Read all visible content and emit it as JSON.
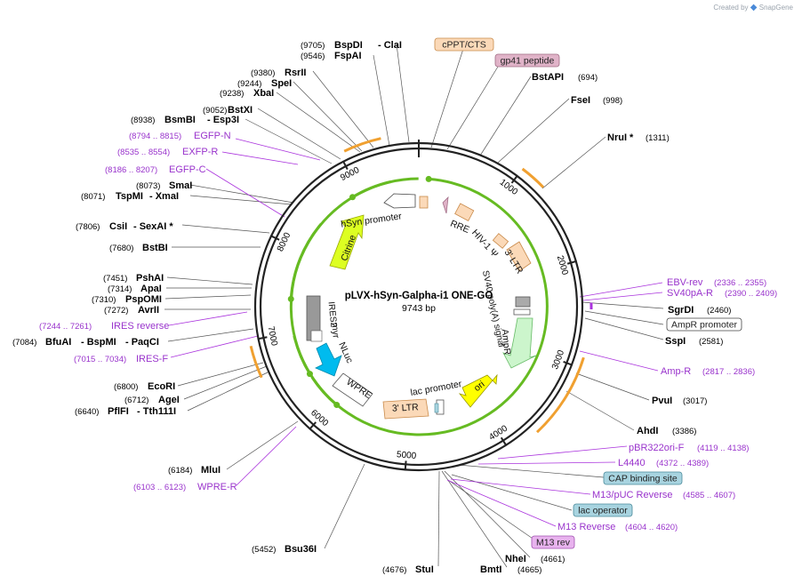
{
  "branding": {
    "created_by": "Created by",
    "logo": "SnapGene"
  },
  "map": {
    "title": "pLVX-hSyn-Galpha-i1 ONE-GO",
    "length_label": "9743 bp",
    "total_bp": 9743,
    "ticks": [
      {
        "bp": 1000,
        "label": "1000"
      },
      {
        "bp": 2000,
        "label": "2000"
      },
      {
        "bp": 3000,
        "label": "3000"
      },
      {
        "bp": 4000,
        "label": "4000"
      },
      {
        "bp": 5000,
        "label": "5000"
      },
      {
        "bp": 6000,
        "label": "6000"
      },
      {
        "bp": 7000,
        "label": "7000"
      },
      {
        "bp": 8000,
        "label": "8000"
      },
      {
        "bp": 9000,
        "label": "9000"
      }
    ]
  },
  "outer_features": [
    {
      "name": "1000-arc",
      "start": 1000,
      "end": 1250,
      "color": "#f0a030"
    },
    {
      "name": "ebv",
      "start": 2400,
      "end": 2460,
      "color": "#aa33dd"
    },
    {
      "name": "3000-arc",
      "start": 2900,
      "end": 3700,
      "color": "#f0a030"
    },
    {
      "name": "6800-arc",
      "start": 6650,
      "end": 6950,
      "color": "#f0a030"
    },
    {
      "name": "top-left-arc",
      "start": 9050,
      "end": 9400,
      "color": "#f0a030"
    }
  ],
  "inner_arcs": [
    {
      "name": "arc-a",
      "start": 9740,
      "end": 120,
      "dir": -1,
      "color": "#66bb22"
    },
    {
      "name": "arc-b",
      "start": 9400,
      "end": 8900,
      "dir": -1,
      "color": "#66bb22"
    },
    {
      "name": "arc-c",
      "start": 8400,
      "end": 7400,
      "dir": -1,
      "color": "#66bb22"
    },
    {
      "name": "arc-d",
      "start": 6950,
      "end": 6450,
      "dir": -1,
      "color": "#66bb22"
    },
    {
      "name": "arc-e",
      "start": 6400,
      "end": 5950,
      "dir": -1,
      "color": "#66bb22"
    }
  ],
  "labels": [
    {
      "text": "(9705)",
      "bold": false,
      "color": "#000000",
      "name": "label-9705-num"
    },
    {
      "text": "BspDI",
      "bold": true,
      "color": "#000000",
      "name": "label-bspdi"
    },
    {
      "text": "- ClaI",
      "bold": true,
      "color": "#000000",
      "name": "label-clai"
    },
    {
      "text": "(9546)",
      "bold": false,
      "color": "#000000",
      "name": "label-9546-num"
    },
    {
      "text": "FspAI",
      "bold": true,
      "color": "#000000",
      "name": "label-fspai"
    },
    {
      "text": "(9380)",
      "bold": false,
      "color": "#000000",
      "name": "label-9380-num"
    },
    {
      "text": "RsrII",
      "bold": true,
      "color": "#000000",
      "name": "label-rsrii"
    },
    {
      "text": "(9244)",
      "bold": false,
      "color": "#000000",
      "name": "label-9244-num"
    },
    {
      "text": "SpeI",
      "bold": true,
      "color": "#000000",
      "name": "label-spei"
    },
    {
      "text": "(9238)",
      "bold": false,
      "color": "#000000",
      "name": "label-9238-num"
    },
    {
      "text": "XbaI",
      "bold": true,
      "color": "#000000",
      "name": "label-xbai"
    },
    {
      "text": "(9052)",
      "bold": false,
      "color": "#000000",
      "name": "label-9052-num"
    },
    {
      "text": "BstXI",
      "bold": true,
      "color": "#000000",
      "name": "label-bstxi"
    },
    {
      "text": "(8938)",
      "bold": false,
      "color": "#000000",
      "name": "label-8938-num"
    },
    {
      "text": "BsmBI",
      "bold": true,
      "color": "#000000",
      "name": "label-bsmbi"
    },
    {
      "text": "- Esp3I",
      "bold": true,
      "color": "#000000",
      "name": "label-esp3i"
    },
    {
      "text": "(8794 .. 8815)",
      "bold": false,
      "color": "#9933cc",
      "name": "label-egfpn-range"
    },
    {
      "text": "EGFP-N",
      "bold": false,
      "color": "#9933cc",
      "name": "label-egfpn"
    },
    {
      "text": "(8535 .. 8554)",
      "bold": false,
      "color": "#9933cc",
      "name": "label-exfpr-range"
    },
    {
      "text": "EXFP-R",
      "bold": false,
      "color": "#9933cc",
      "name": "label-exfpr"
    },
    {
      "text": "(8186 .. 8207)",
      "bold": false,
      "color": "#9933cc",
      "name": "label-egfpc-range"
    },
    {
      "text": "EGFP-C",
      "bold": false,
      "color": "#9933cc",
      "name": "label-egfpc"
    },
    {
      "text": "(8073)",
      "bold": false,
      "color": "#000000",
      "name": "label-8073-num"
    },
    {
      "text": "SmaI",
      "bold": true,
      "color": "#000000",
      "name": "label-smai"
    },
    {
      "text": "(8071)",
      "bold": false,
      "color": "#000000",
      "name": "label-8071-num"
    },
    {
      "text": "TspMI",
      "bold": true,
      "color": "#000000",
      "name": "label-tspmi"
    },
    {
      "text": "- XmaI",
      "bold": true,
      "color": "#000000",
      "name": "label-xmai"
    },
    {
      "text": "(7806)",
      "bold": false,
      "color": "#000000",
      "name": "label-7806-num"
    },
    {
      "text": "CsiI",
      "bold": true,
      "color": "#000000",
      "name": "label-csii"
    },
    {
      "text": "- SexAI *",
      "bold": true,
      "color": "#000000",
      "name": "label-sexai"
    },
    {
      "text": "(7680)",
      "bold": false,
      "color": "#000000",
      "name": "label-7680-num"
    },
    {
      "text": "BstBI",
      "bold": true,
      "color": "#000000",
      "name": "label-bstbi"
    },
    {
      "text": "(7451)",
      "bold": false,
      "color": "#000000",
      "name": "label-7451-num"
    },
    {
      "text": "PshAI",
      "bold": true,
      "color": "#000000",
      "name": "label-pshai"
    },
    {
      "text": "(7314)",
      "bold": false,
      "color": "#000000",
      "name": "label-7314-num"
    },
    {
      "text": "ApaI",
      "bold": true,
      "color": "#000000",
      "name": "label-apai"
    },
    {
      "text": "(7310)",
      "bold": false,
      "color": "#000000",
      "name": "label-7310-num"
    },
    {
      "text": "PspOMI",
      "bold": true,
      "color": "#000000",
      "name": "label-pspomi"
    },
    {
      "text": "(7272)",
      "bold": false,
      "color": "#000000",
      "name": "label-7272-num"
    },
    {
      "text": "AvrII",
      "bold": true,
      "color": "#000000",
      "name": "label-avrii"
    },
    {
      "text": "(7244 .. 7261)",
      "bold": false,
      "color": "#9933cc",
      "name": "label-iresrev-range"
    },
    {
      "text": "IRES reverse",
      "bold": false,
      "color": "#9933cc",
      "name": "label-iresrev"
    },
    {
      "text": "(7084)",
      "bold": false,
      "color": "#000000",
      "name": "label-7084-num"
    },
    {
      "text": "BfuAI",
      "bold": true,
      "color": "#000000",
      "name": "label-bfuai"
    },
    {
      "text": "- BspMI",
      "bold": true,
      "color": "#000000",
      "name": "label-bspmi"
    },
    {
      "text": "- PaqCI",
      "bold": true,
      "color": "#000000",
      "name": "label-paqci"
    },
    {
      "text": "(7015 .. 7034)",
      "bold": false,
      "color": "#9933cc",
      "name": "label-iresf-range"
    },
    {
      "text": "IRES-F",
      "bold": false,
      "color": "#9933cc",
      "name": "label-iresf"
    },
    {
      "text": "(6800)",
      "bold": false,
      "color": "#000000",
      "name": "label-6800-num"
    },
    {
      "text": "EcoRI",
      "bold": true,
      "color": "#000000",
      "name": "label-ecori"
    },
    {
      "text": "(6712)",
      "bold": false,
      "color": "#000000",
      "name": "label-6712-num"
    },
    {
      "text": "AgeI",
      "bold": true,
      "color": "#000000",
      "name": "label-agei"
    },
    {
      "text": "(6640)",
      "bold": false,
      "color": "#000000",
      "name": "label-6640-num"
    },
    {
      "text": "PflFI",
      "bold": true,
      "color": "#000000",
      "name": "label-pflfi"
    },
    {
      "text": "- Tth111I",
      "bold": true,
      "color": "#000000",
      "name": "label-tth111i"
    },
    {
      "text": "(6184)",
      "bold": false,
      "color": "#000000",
      "name": "label-6184-num"
    },
    {
      "text": "MluI",
      "bold": true,
      "color": "#000000",
      "name": "label-mlui"
    },
    {
      "text": "(6103 .. 6123)",
      "bold": false,
      "color": "#9933cc",
      "name": "label-wprer-range"
    },
    {
      "text": "WPRE-R",
      "bold": false,
      "color": "#9933cc",
      "name": "label-wprer"
    },
    {
      "text": "(5452)",
      "bold": false,
      "color": "#000000",
      "name": "label-5452-num"
    },
    {
      "text": "Bsu36I",
      "bold": true,
      "color": "#000000",
      "name": "label-bsu36i"
    },
    {
      "text": "(4676)",
      "bold": false,
      "color": "#000000",
      "name": "label-4676-num"
    },
    {
      "text": "StuI",
      "bold": true,
      "color": "#000000",
      "name": "label-stui"
    },
    {
      "text": "BmtI",
      "bold": true,
      "color": "#000000",
      "name": "label-bmti"
    },
    {
      "text": "(4665)",
      "bold": false,
      "color": "#000000",
      "name": "label-4665-num"
    },
    {
      "text": "NheI",
      "bold": true,
      "color": "#000000",
      "name": "label-nhei"
    },
    {
      "text": "(4661)",
      "bold": false,
      "color": "#000000",
      "name": "label-4661-num"
    },
    {
      "text": "BstAPI",
      "bold": true,
      "color": "#000000",
      "name": "label-bstapi"
    },
    {
      "text": "(694)",
      "bold": false,
      "color": "#000000",
      "name": "label-694-num"
    },
    {
      "text": "FseI",
      "bold": true,
      "color": "#000000",
      "name": "label-fsei"
    },
    {
      "text": "(998)",
      "bold": false,
      "color": "#000000",
      "name": "label-998-num"
    },
    {
      "text": "NruI *",
      "bold": true,
      "color": "#000000",
      "name": "label-nrui"
    },
    {
      "text": "(1311)",
      "bold": false,
      "color": "#000000",
      "name": "label-1311-num"
    },
    {
      "text": "EBV-rev",
      "bold": false,
      "color": "#9933cc",
      "name": "label-ebvrev"
    },
    {
      "text": "(2336 .. 2355)",
      "bold": false,
      "color": "#9933cc",
      "name": "label-ebvrev-range"
    },
    {
      "text": "SV40pA-R",
      "bold": false,
      "color": "#9933cc",
      "name": "label-sv40par"
    },
    {
      "text": "(2390 .. 2409)",
      "bold": false,
      "color": "#9933cc",
      "name": "label-sv40par-range"
    },
    {
      "text": "SgrDI",
      "bold": true,
      "color": "#000000",
      "name": "label-sgrdi"
    },
    {
      "text": "(2460)",
      "bold": false,
      "color": "#000000",
      "name": "label-2460-num"
    },
    {
      "text": "SspI",
      "bold": true,
      "color": "#000000",
      "name": "label-sspi"
    },
    {
      "text": "(2581)",
      "bold": false,
      "color": "#000000",
      "name": "label-2581-num"
    },
    {
      "text": "Amp-R",
      "bold": false,
      "color": "#9933cc",
      "name": "label-ampr-primer"
    },
    {
      "text": "(2817 .. 2836)",
      "bold": false,
      "color": "#9933cc",
      "name": "label-ampr-range"
    },
    {
      "text": "PvuI",
      "bold": true,
      "color": "#000000",
      "name": "label-pvui"
    },
    {
      "text": "(3017)",
      "bold": false,
      "color": "#000000",
      "name": "label-3017-num"
    },
    {
      "text": "AhdI",
      "bold": true,
      "color": "#000000",
      "name": "label-ahdi"
    },
    {
      "text": "(3386)",
      "bold": false,
      "color": "#000000",
      "name": "label-3386-num"
    },
    {
      "text": "pBR322ori-F",
      "bold": false,
      "color": "#9933cc",
      "name": "label-pbr322orif"
    },
    {
      "text": "(4119 .. 4138)",
      "bold": false,
      "color": "#9933cc",
      "name": "label-pbr322orif-range"
    },
    {
      "text": "L4440",
      "bold": false,
      "color": "#9933cc",
      "name": "label-l4440"
    },
    {
      "text": "(4372 .. 4389)",
      "bold": false,
      "color": "#9933cc",
      "name": "label-l4440-range"
    },
    {
      "text": "M13/pUC Reverse",
      "bold": false,
      "color": "#9933cc",
      "name": "label-m13puc"
    },
    {
      "text": "(4585 .. 4607)",
      "bold": false,
      "color": "#9933cc",
      "name": "label-m13puc-range"
    },
    {
      "text": "M13 Reverse",
      "bold": false,
      "color": "#9933cc",
      "name": "label-m13reverse"
    },
    {
      "text": "(4604 .. 4620)",
      "bold": false,
      "color": "#9933cc",
      "name": "label-m13reverse-range"
    }
  ],
  "boxed_labels": [
    {
      "text": "cPPT/CTS",
      "fill": "#fbd9b8",
      "stroke": "#c98a4a",
      "name": "box-cppt"
    },
    {
      "text": "gp41 peptide",
      "fill": "#e0b3c8",
      "stroke": "#a06b84",
      "name": "box-gp41"
    },
    {
      "text": "AmpR promoter",
      "fill": "#ffffff",
      "stroke": "#444444",
      "name": "box-amprpromoter"
    },
    {
      "text": "CAP binding site",
      "fill": "#a8d4e0",
      "stroke": "#4a8a9a",
      "name": "box-cap"
    },
    {
      "text": "lac operator",
      "fill": "#a8d4e0",
      "stroke": "#4a8a9a",
      "name": "box-lacop"
    },
    {
      "text": "M13 rev",
      "fill": "#e8b3ee",
      "stroke": "#a050b0",
      "name": "box-m13rev"
    }
  ],
  "inner_labels": [
    {
      "text": "hSyn promoter",
      "name": "inner-hsyn"
    },
    {
      "text": "RRE",
      "name": "inner-rre"
    },
    {
      "text": "HIV-1 Ψ",
      "name": "inner-hiv1"
    },
    {
      "text": "3' LTR",
      "name": "inner-3ltr-top"
    },
    {
      "text": "SV40 poly(A) signal",
      "name": "inner-sv40polya"
    },
    {
      "text": "AmpR",
      "name": "inner-ampr"
    },
    {
      "text": "ori",
      "name": "inner-ori"
    },
    {
      "text": "lac promoter",
      "name": "inner-lacpromoter"
    },
    {
      "text": "3' LTR",
      "name": "inner-3ltr-bottom"
    },
    {
      "text": "WPRE",
      "name": "inner-wpre"
    },
    {
      "text": "NLuc",
      "name": "inner-nluc"
    },
    {
      "text": "IRES2",
      "name": "inner-ires2"
    },
    {
      "text": "myr",
      "name": "inner-myr"
    },
    {
      "text": "Citrine",
      "name": "inner-citrine"
    }
  ]
}
